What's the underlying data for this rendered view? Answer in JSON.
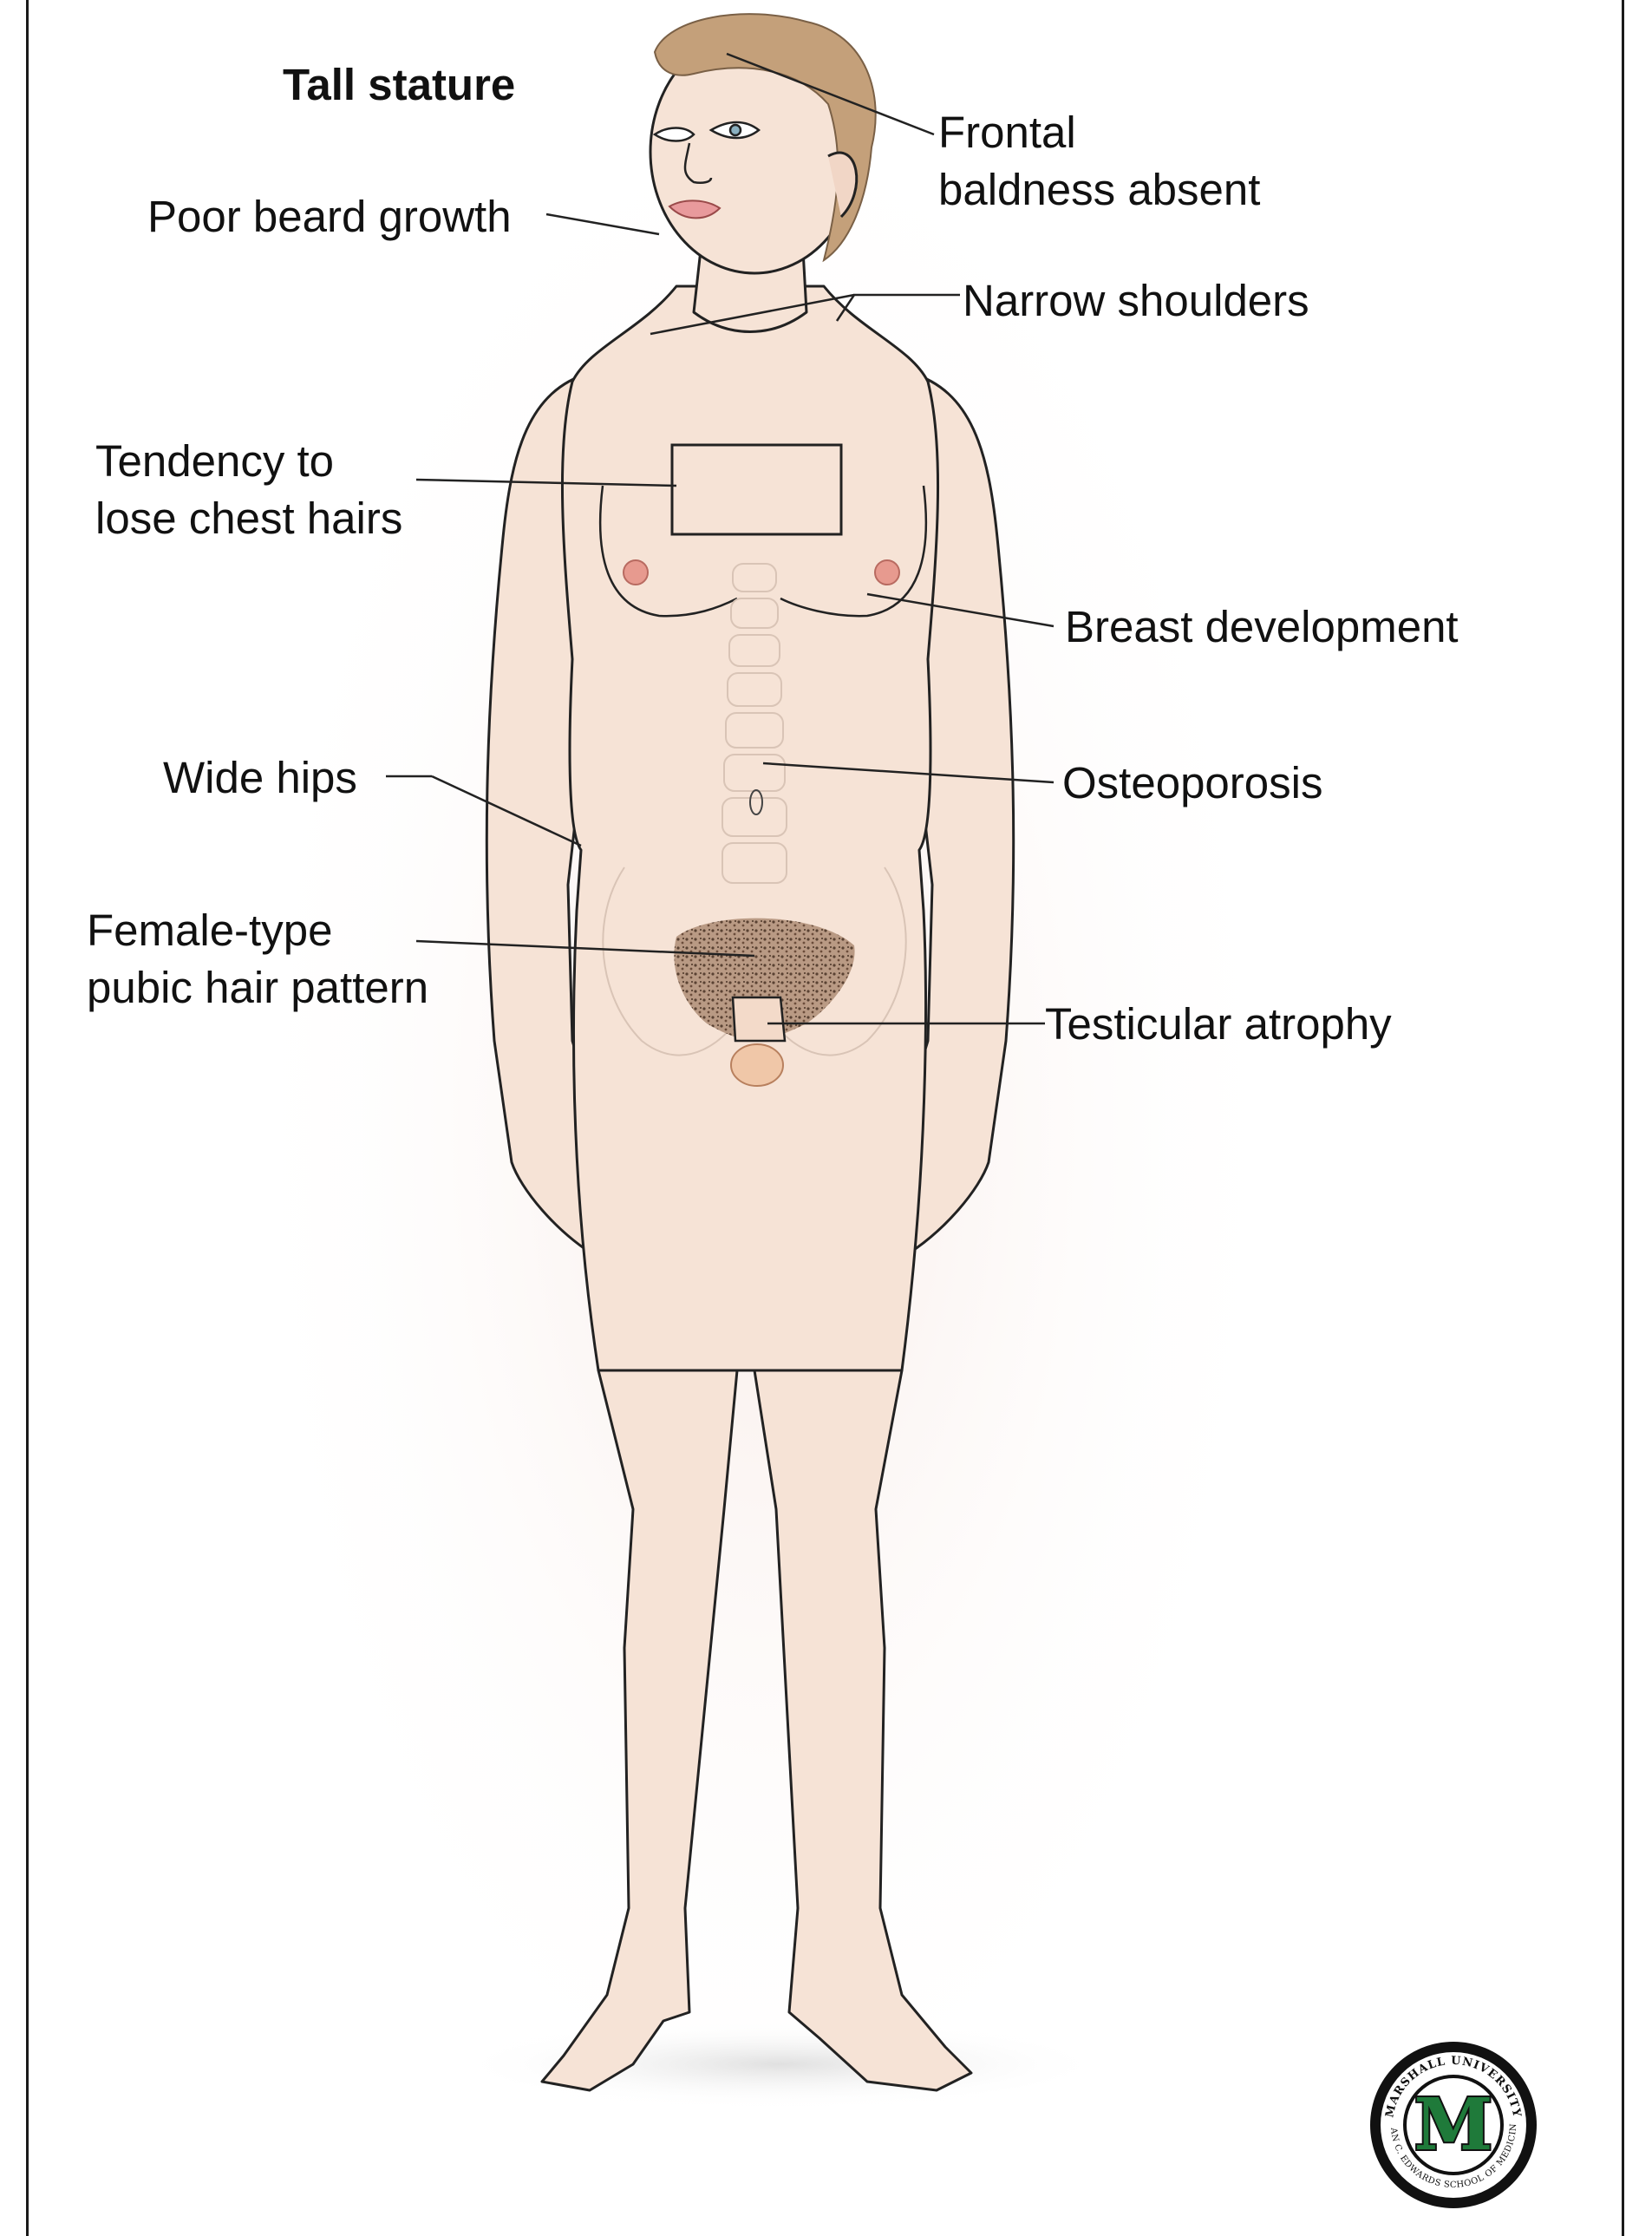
{
  "title": "Tall stature",
  "labels": {
    "frontal_line1": "Frontal",
    "frontal_line2": "baldness absent",
    "beard": "Poor beard growth",
    "shoulders": "Narrow shoulders",
    "chest_line1": "Tendency to",
    "chest_line2": "lose chest hairs",
    "breast": "Breast development",
    "hips": "Wide hips",
    "osteoporosis": "Osteoporosis",
    "pubic_line1": "Female-type",
    "pubic_line2": "pubic hair pattern",
    "testicular": "Testicular atrophy"
  },
  "logo": {
    "ring_top": "MARSHALL UNIVERSITY",
    "ring_bottom": "JOAN C. EDWARDS SCHOOL OF MEDICINE",
    "letter": "M"
  },
  "colors": {
    "skin": "#f6e3d6",
    "outline": "#222222",
    "hair": "#c4a07a",
    "nipple": "#e79a8f",
    "lips": "#e89a9c",
    "logo_green": "#1f7a3a"
  }
}
